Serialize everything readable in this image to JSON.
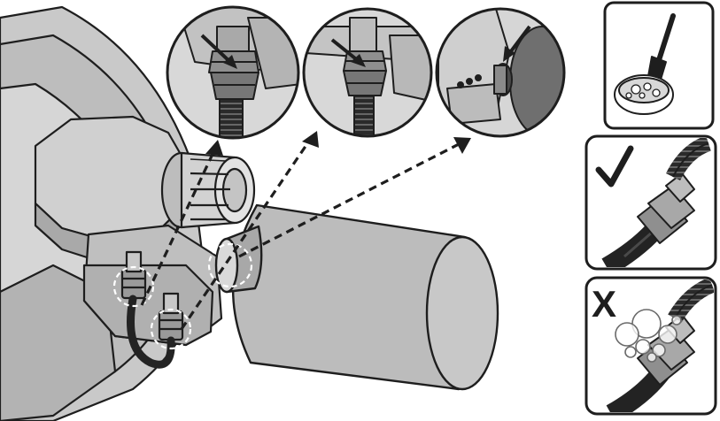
{
  "diagram": {
    "subject": "hose-fitting-leak-check",
    "colors": {
      "outline": "#1e1e1e",
      "body_gray": "#bdbdbd",
      "light_gray": "#d6d6d6",
      "dark_gray": "#8a8a8a",
      "hose_black": "#232323",
      "white": "#ffffff"
    },
    "panels": [
      {
        "id": "soapy-water-brush",
        "icon": "brush-and-bowl-icon"
      },
      {
        "id": "no-bubbles-ok",
        "mark": "check-mark-icon"
      },
      {
        "id": "bubbles-leak",
        "mark": "X"
      }
    ],
    "callouts": [
      "zoom-fitting-1",
      "zoom-fitting-2",
      "zoom-cylinder-seal"
    ]
  }
}
